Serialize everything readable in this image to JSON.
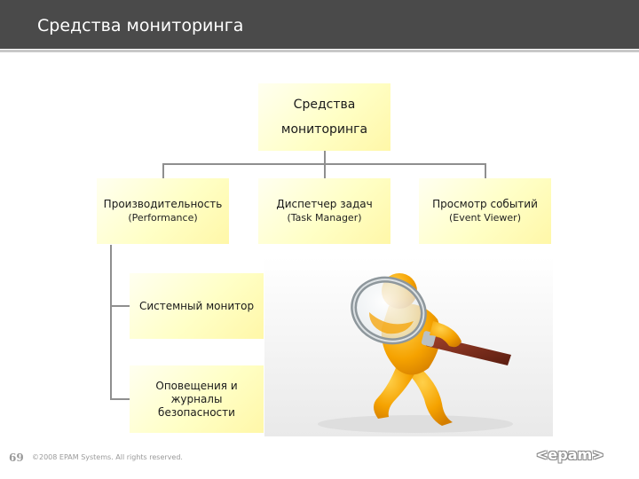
{
  "header": {
    "title": "Средства мониторинга"
  },
  "root": {
    "line1": "Средства",
    "line2": "мониторинга"
  },
  "children": [
    {
      "label": "Производительность",
      "sub": "(Performance)"
    },
    {
      "label": "Диспетчер задач",
      "sub": "(Task Manager)"
    },
    {
      "label": "Просмотр событий",
      "sub": "(Event Viewer)"
    }
  ],
  "performance_children": [
    {
      "label": "Системный монитор"
    },
    {
      "line1": "Оповещения и",
      "line2": "журналы",
      "line3": "безопасности"
    }
  ],
  "footer": {
    "page_number": "69",
    "copyright": "©2008 EPAM Systems. All rights reserved.",
    "logo": "<epam>"
  },
  "colors": {
    "header_bg": "#4a4a4a",
    "box_fill": "#ffffc6",
    "connector": "#8f8f8f",
    "figure": "#f5a200"
  },
  "icons": {
    "illustration": "magnifier-person-illustration"
  }
}
